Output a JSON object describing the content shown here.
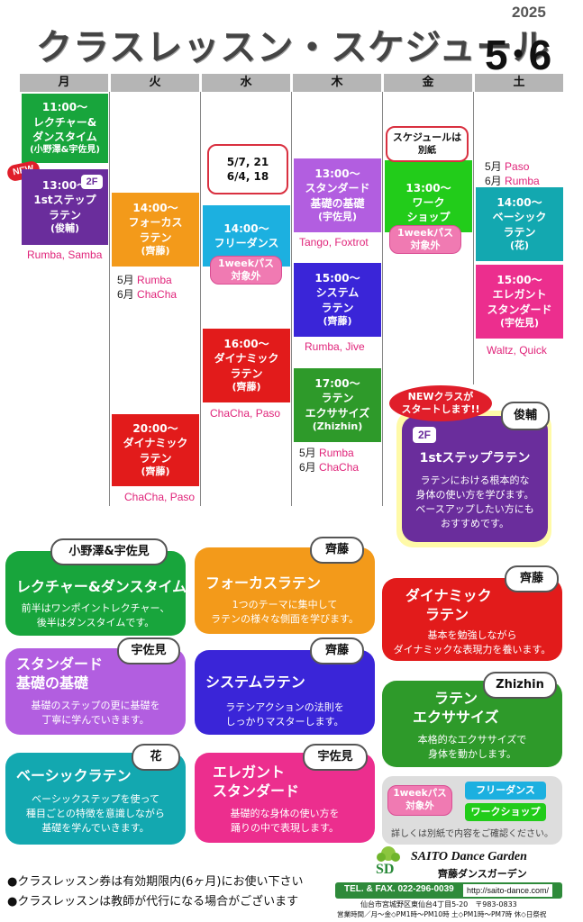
{
  "header": {
    "year": "2025",
    "title": "クラスレッスン・スケジュール",
    "months": "5･6"
  },
  "days": [
    "月",
    "火",
    "水",
    "木",
    "金",
    "土"
  ],
  "mon": {
    "c1": {
      "time": "11:00～",
      "name1": "レクチャー&",
      "name2": "ダンスタイム",
      "inst": "(小野澤&宇佐見)"
    },
    "new_badge": "NEW",
    "c2": {
      "time": "13:00～",
      "floor": "2F",
      "name1": "1stステップ",
      "name2": "ラテン",
      "inst": "(俊輔)"
    },
    "note": "Rumba, Samba"
  },
  "tue": {
    "c1": {
      "time": "14:00～",
      "name1": "フォーカス",
      "name2": "ラテン",
      "inst": "(齊藤)"
    },
    "note1_k": "5月",
    "note1_v": "Rumba",
    "note2_k": "6月",
    "note2_v": "ChaCha",
    "c2": {
      "time": "20:00～",
      "name1": "ダイナミック",
      "name2": "ラテン",
      "inst": "(齊藤)"
    },
    "note3": "ChaCha, Paso"
  },
  "wed": {
    "bubble1": "5/7, 21",
    "bubble2": "6/4, 18",
    "c1": {
      "time": "14:00～",
      "name1": "フリーダンス"
    },
    "pill1": "1weekパス",
    "pill2": "対象外",
    "c2": {
      "time": "16:00～",
      "name1": "ダイナミック",
      "name2": "ラテン",
      "inst": "(齊藤)"
    },
    "note": "ChaCha, Paso"
  },
  "thu": {
    "c1": {
      "time": "13:00～",
      "name1": "スタンダード",
      "name2": "基礎の基礎",
      "inst": "(宇佐見)"
    },
    "note1": "Tango, Foxtrot",
    "c2": {
      "time": "15:00～",
      "name1": "システム",
      "name2": "ラテン",
      "inst": "(齊藤)"
    },
    "note2": "Rumba, Jive",
    "c3": {
      "time": "17:00～",
      "name1": "ラテン",
      "name2": "エクササイズ",
      "inst": "(Zhizhin)"
    },
    "note3_k": "5月",
    "note3_v": "Rumba",
    "note4_k": "6月",
    "note4_v": "ChaCha"
  },
  "fri": {
    "bubble1": "スケジュールは",
    "bubble2": "別紙",
    "c1": {
      "time": "13:00～",
      "name1": "ワーク",
      "name2": "ショップ"
    },
    "pill1": "1weekパス",
    "pill2": "対象外"
  },
  "sat": {
    "note1_k": "5月",
    "note1_v": "Paso",
    "note2_k": "6月",
    "note2_v": "Rumba",
    "c1": {
      "time": "14:00～",
      "name1": "ベーシック",
      "name2": "ラテン",
      "inst": "(花)"
    },
    "c2": {
      "time": "15:00～",
      "name1": "エレガント",
      "name2": "スタンダード",
      "inst": "(宇佐見)"
    },
    "note3": "Waltz, Quick"
  },
  "promo": {
    "burst1": "NEWクラスが",
    "burst2": "スタートします!!",
    "tag": "俊輔",
    "floor": "2F",
    "title": "1stステップラテン",
    "desc1": "ラテンにおける根本的な",
    "desc2": "身体の使い方を学びます。",
    "desc3": "ベースアップしたい方にも",
    "desc4": "おすすめです。"
  },
  "cards": {
    "lecture": {
      "tag": "小野澤&宇佐見",
      "title": "レクチャー&ダンスタイム",
      "d1": "前半はワンポイントレクチャー、",
      "d2": "後半はダンスタイムです。"
    },
    "focus": {
      "tag": "齊藤",
      "title": "フォーカスラテン",
      "d1": "1つのテーマに集中して",
      "d2": "ラテンの様々な側面を学びます。"
    },
    "dynamic": {
      "tag": "齊藤",
      "t1": "ダイナミック",
      "t2": "ラテン",
      "d1": "基本を勉強しながら",
      "d2": "ダイナミックな表現力を養います。"
    },
    "standard": {
      "tag": "宇佐見",
      "t1": "スタンダード",
      "t2": "基礎の基礎",
      "d1": "基礎のステップの更に基礎を",
      "d2": "丁寧に学んでいきます。"
    },
    "system": {
      "tag": "齊藤",
      "title": "システムラテン",
      "d1": "ラテンアクションの法則を",
      "d2": "しっかりマスターします。"
    },
    "exercise": {
      "tag": "Zhizhin",
      "t1": "ラテン",
      "t2": "エクササイズ",
      "d1": "本格的なエクササイズで",
      "d2": "身体を動かします。"
    },
    "basic": {
      "tag": "花",
      "title": "ベーシックラテン",
      "d1": "ベーシックステップを使って",
      "d2": "種目ごとの特徴を意識しながら",
      "d3": "基礎を学んでいきます。"
    },
    "elegant": {
      "tag": "宇佐見",
      "t1": "エレガント",
      "t2": "スタンダード",
      "d1": "基礎的な身体の使い方を",
      "d2": "踊りの中で表現します。"
    }
  },
  "legend": {
    "pill1": "1weekパス",
    "pill2": "対象外",
    "free": "フリーダンス",
    "workshop": "ワークショップ",
    "note": "詳しくは別紙で内容をご確認ください。"
  },
  "footer": {
    "line1": "●クラスレッスン券は有効期限内(6ヶ月)にお使い下さい",
    "line2": "●クラスレッスンは教師が代行になる場合がございます",
    "logo_en": "SAITO Dance Garden",
    "logo_jp": "齊藤ダンスガーデン",
    "tel": "TEL. & FAX. 022-296-0039",
    "url": "http://saito-dance.com/",
    "addr": "仙台市宮城野区東仙台4丁目5-20　〒983-0833",
    "hours": "営業時間／月～金◇PM1時～PM10時 土◇PM1時～PM7時 休◇日祭祝"
  },
  "colors": {
    "green": "#18a53c",
    "purple": "#6a2d9c",
    "orange": "#f39a1a",
    "red": "#e21b1b",
    "cyan": "#1cb0e0",
    "lavender": "#b25ee0",
    "blue": "#3a25d8",
    "teal": "#13a8b0",
    "pink": "#ec2e8e",
    "lime": "#22cc1a"
  }
}
